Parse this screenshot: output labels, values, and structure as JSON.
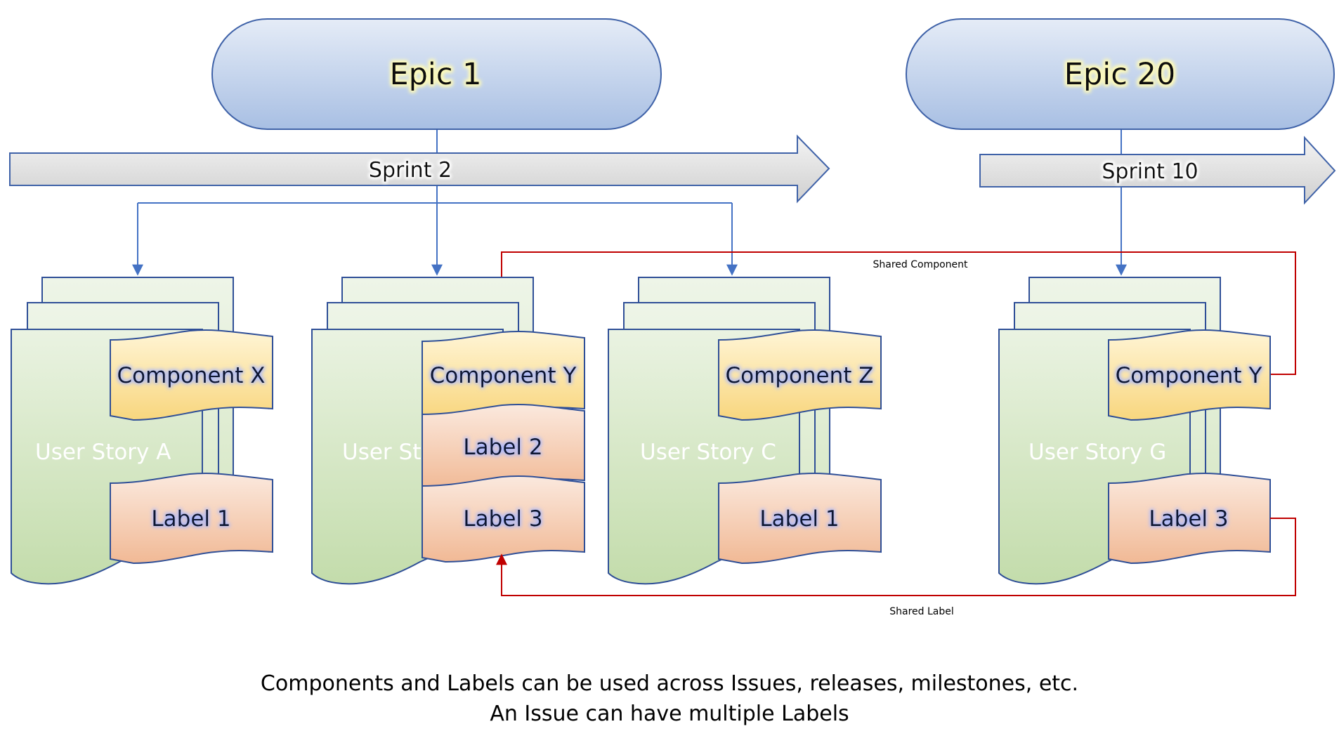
{
  "epics": [
    {
      "label": "Epic 1"
    },
    {
      "label": "Epic 20"
    }
  ],
  "sprints": [
    {
      "label": "Sprint 2"
    },
    {
      "label": "Sprint 10"
    }
  ],
  "stories": [
    {
      "label": "User Story A",
      "tags": [
        {
          "kind": "component",
          "label": "Component X"
        },
        {
          "kind": "label",
          "label": "Label 1"
        }
      ]
    },
    {
      "label": "User Sto",
      "tags": [
        {
          "kind": "component",
          "label": "Component Y"
        },
        {
          "kind": "label",
          "label": "Label 2"
        },
        {
          "kind": "label",
          "label": "Label 3"
        }
      ]
    },
    {
      "label": "User Story C",
      "tags": [
        {
          "kind": "component",
          "label": "Component Z"
        },
        {
          "kind": "label",
          "label": "Label 1"
        }
      ]
    },
    {
      "label": "User Story G",
      "tags": [
        {
          "kind": "component",
          "label": "Component Y"
        },
        {
          "kind": "label",
          "label": "Label 3"
        }
      ]
    }
  ],
  "connectors": {
    "shared_component": "Shared Component",
    "shared_label": "Shared Label"
  },
  "caption": {
    "line1": "Components and Labels can be used across Issues, releases, milestones, etc.",
    "line2": "An Issue can have multiple Labels"
  },
  "colors": {
    "epic_fill_top": "#e2eaf6",
    "epic_fill_bottom": "#a9c0e4",
    "epic_stroke": "#3f62a8",
    "sprint_fill": "#dcdcdc",
    "story_fill": "#c7dfb3",
    "component_fill": "#f9da8c",
    "label_fill": "#f3c0a2",
    "blue_connector": "#4472c4",
    "red_connector": "#c00000",
    "text_glow": "#fffccf",
    "tag_glow": "#9fb2ff"
  }
}
